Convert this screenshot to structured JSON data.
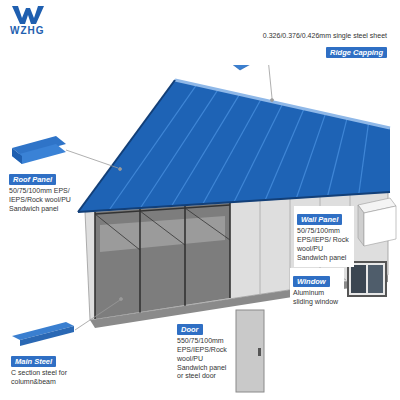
{
  "diagram": {
    "nodes": [
      {
        "text": [
          "0.326/0.376/0.426mm single steel sheet",
          "Ridge Capping"
        ]
      },
      {
        "text": [
          "Roof Panel",
          "50/75/100mm EPS/ IEPS/Rock wool/PU Sandwich panel"
        ]
      },
      {
        "text": [
          "Wall Panel",
          "50/75/100mm EPS/IEPS/ Rock wool/PU Sandwich panel"
        ]
      },
      {
        "text": [
          "Window",
          "Aluminum sliding window"
        ]
      },
      {
        "text": [
          "Door",
          "550/75/100mm EPS/IEPS/Rock wool/PU Sandwich panel or steel door"
        ]
      },
      {
        "text": [
          "Main Steel",
          "C section steel for column&beam"
        ]
      }
    ],
    "labels": [
      "WZHG"
    ]
  }
}
